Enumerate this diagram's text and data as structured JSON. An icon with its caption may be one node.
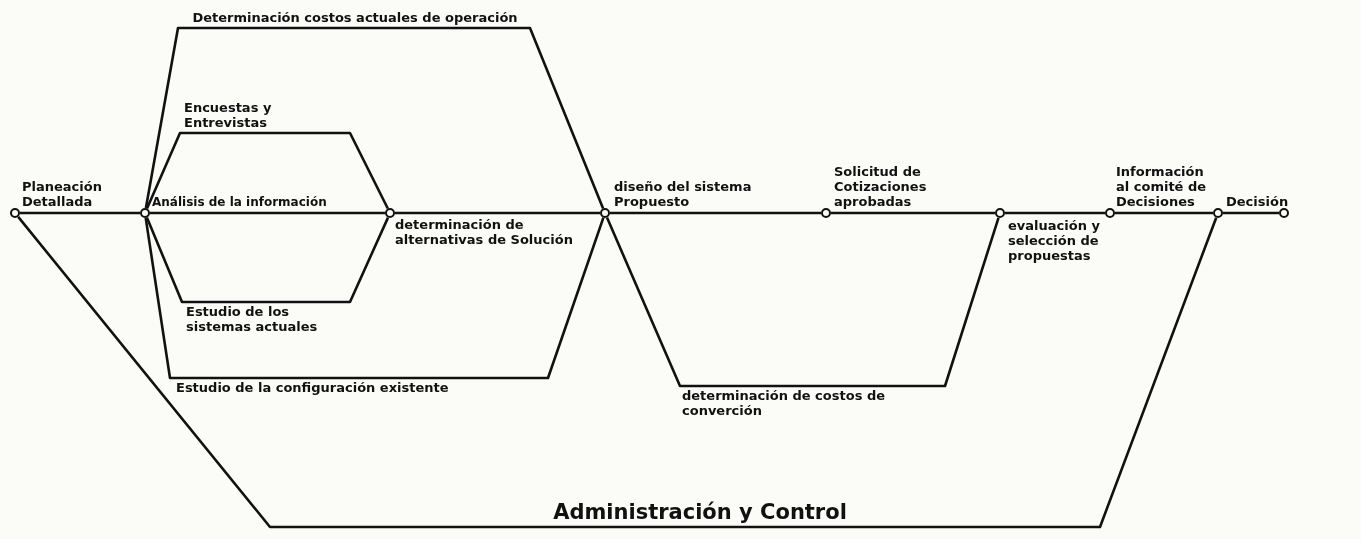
{
  "diagram": {
    "nodes": [
      {
        "text": [],
        "shape": "circle"
      },
      {
        "text": [],
        "shape": "circle"
      },
      {
        "text": [],
        "shape": "circle"
      },
      {
        "text": [],
        "shape": "circle"
      },
      {
        "text": [],
        "shape": "circle"
      },
      {
        "text": [],
        "shape": "circle"
      },
      {
        "text": [],
        "shape": "circle"
      },
      {
        "text": [],
        "shape": "circle"
      },
      {
        "text": [],
        "shape": "circle"
      }
    ],
    "edges": [
      {
        "from": 0,
        "to": 1,
        "arrow": "none",
        "label": "Planeación Detallada"
      },
      {
        "from": 1,
        "to": 3,
        "arrow": "none",
        "label": "Determinación costos actuales de operación"
      },
      {
        "from": 1,
        "to": 2,
        "arrow": "none",
        "label": "Encuestas y Entrevistas"
      },
      {
        "from": 1,
        "to": 2,
        "arrow": "none",
        "label": "Análisis de la información"
      },
      {
        "from": 1,
        "to": 2,
        "arrow": "none",
        "label": "Estudio de los sistemas actuales"
      },
      {
        "from": 1,
        "to": 3,
        "arrow": "none",
        "label": "Estudio de la configuración existente"
      },
      {
        "from": 2,
        "to": 3,
        "arrow": "none",
        "label": "determinación de alternativas de Solución"
      },
      {
        "from": 3,
        "to": 4,
        "arrow": "none",
        "label": "diseño del sistema Propuesto"
      },
      {
        "from": 4,
        "to": 5,
        "arrow": "none",
        "label": "Solicitud de Cotizaciones aprobadas"
      },
      {
        "from": 3,
        "to": 5,
        "arrow": "none",
        "label": "determinación de costos de converción"
      },
      {
        "from": 5,
        "to": 6,
        "arrow": "none",
        "label": "evaluación y selección de propuestas"
      },
      {
        "from": 6,
        "to": 7,
        "arrow": "none",
        "label": "Información al comité de Decisiones"
      },
      {
        "from": 7,
        "to": 8,
        "arrow": "none",
        "label": "Decisión"
      },
      {
        "from": 0,
        "to": 7,
        "arrow": "none",
        "label": "Administración y Control"
      }
    ]
  }
}
